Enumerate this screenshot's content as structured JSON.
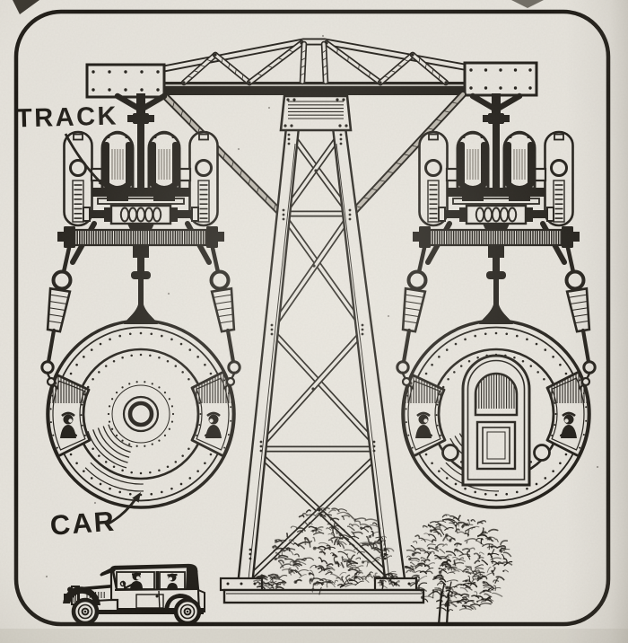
{
  "illustration": {
    "labels": {
      "track": "TRACK",
      "car": "CAR"
    },
    "palette": {
      "paper": "#e6e3dc",
      "ink": "#1d1a15",
      "shade": "#b9b4aa"
    },
    "annotations": [
      {
        "label": "TRACK",
        "points_to": "overhead-track-rail"
      },
      {
        "label": "CAR",
        "points_to": "spherical-passenger-car"
      }
    ]
  }
}
